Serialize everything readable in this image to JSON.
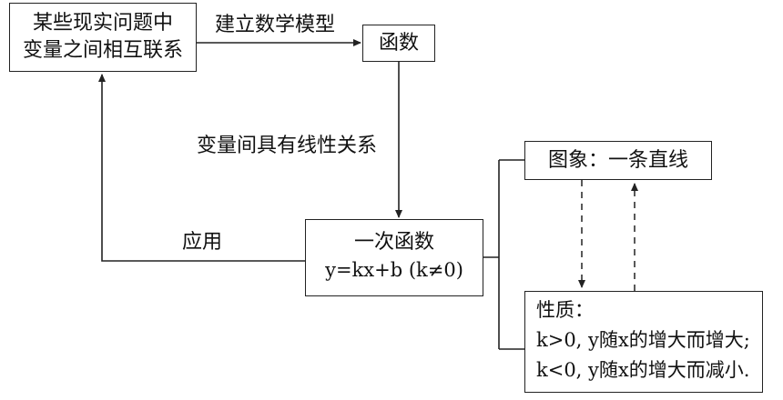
{
  "nodes": {
    "problem": {
      "line1": "某些现实问题中",
      "line2": "变量之间相互联系"
    },
    "function": "函数",
    "linear": {
      "title": "一次函数",
      "formula": "y=kx+b (k≠0)"
    },
    "graph": "图象：一条直线",
    "properties": {
      "title": "性质：",
      "line1": "k>0, y随x的增大而增大;",
      "line2": "k<0, y随x的增大而减小."
    }
  },
  "edges": {
    "model": "建立数学模型",
    "linear_relation": "变量间具有线性关系",
    "apply": "应用"
  }
}
